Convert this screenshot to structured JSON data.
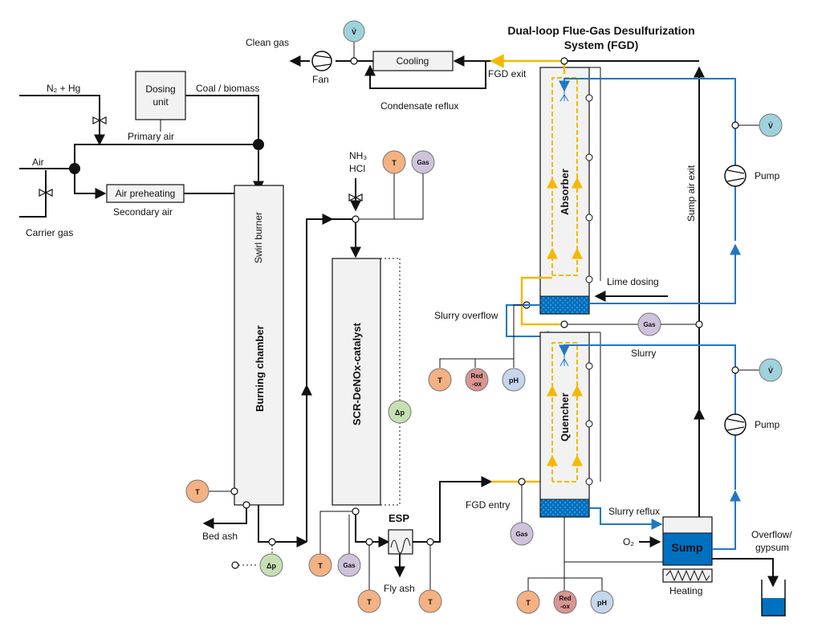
{
  "title_line1": "Dual-loop Flue-Gas Desulfurization",
  "title_line2": "System (FGD)",
  "labels": {
    "clean_gas": "Clean gas",
    "fan": "Fan",
    "cooling": "Cooling",
    "condensate_reflux": "Condensate reflux",
    "fgd_exit": "FGD exit",
    "n2_hg": "N₂ + Hg",
    "dosing_unit_1": "Dosing",
    "dosing_unit_2": "unit",
    "coal_biomass": "Coal / biomass",
    "primary_air": "Primary air",
    "air": "Air",
    "air_preheating": "Air preheating",
    "secondary_air": "Secondary air",
    "carrier_gas": "Carrier gas",
    "swirl_burner": "Swirl burner",
    "burning_chamber": "Burning chamber",
    "nh3": "NH₃",
    "hcl": "HCl",
    "scr": "SCR-DeNOx-catalyst",
    "absorber": "Absorber",
    "quencher": "Quencher",
    "sump_air_exit": "Sump air exit",
    "pump_upper": "Pump",
    "pump_lower": "Pump",
    "lime_dosing": "Lime dosing",
    "slurry_overflow": "Slurry overflow",
    "slurry": "Slurry",
    "fgd_entry": "FGD entry",
    "slurry_reflux": "Slurry reflux",
    "o2": "O₂",
    "sump": "Sump",
    "heating": "Heating",
    "overflow_1": "Overflow/",
    "overflow_2": "gypsum",
    "bed_ash": "Bed ash",
    "esp": "ESP",
    "fly_ash": "Fly ash"
  },
  "sensors": {
    "v": "V̇",
    "t": "T",
    "gas": "Gas",
    "redox_1": "Red",
    "redox_2": "-ox",
    "ph": "pH",
    "dp": "Δp"
  },
  "colors": {
    "temperature": "#f4b183",
    "gas": "#cfc3dc",
    "redox": "#d99592",
    "ph": "#c5d7ec",
    "dp": "#c6e0b4",
    "flow": "#9fd2dd",
    "slurry_line": "#1f77c4",
    "flue_gas_line": "#f5b800",
    "liquid": "#0070c0"
  }
}
